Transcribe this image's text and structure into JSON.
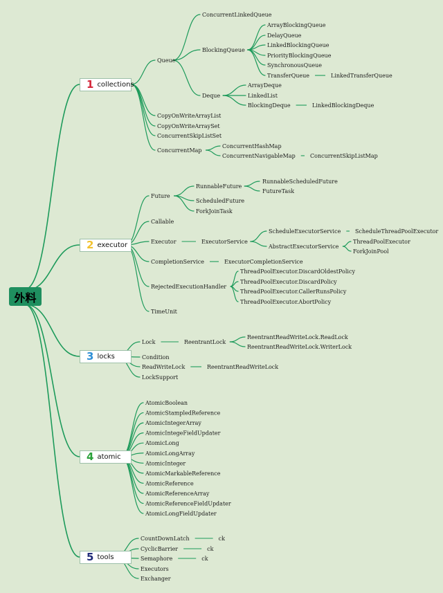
{
  "root": {
    "label": "外料"
  },
  "categories": [
    {
      "num": "1",
      "label": "collections",
      "color": "#d4263a",
      "children": [
        {
          "label": "Queue",
          "children": [
            {
              "label": "ConcurrentLinkedQueue"
            },
            {
              "label": "BlockingQueue",
              "children": [
                {
                  "label": "ArrayBlockingQueue"
                },
                {
                  "label": "DelayQueue"
                },
                {
                  "label": "LinkedBlockingQueue"
                },
                {
                  "label": "PriorityBlockingQueue"
                },
                {
                  "label": "SynchronousQueue"
                },
                {
                  "label": "TransferQueue",
                  "children": [
                    {
                      "label": "LinkedTransferQueue"
                    }
                  ]
                }
              ]
            },
            {
              "label": "Deque",
              "children": [
                {
                  "label": "ArrayDeque"
                },
                {
                  "label": "LinkedList"
                },
                {
                  "label": "BlockingDeque",
                  "children": [
                    {
                      "label": "LinkedBlockingDeque"
                    }
                  ]
                }
              ]
            }
          ]
        },
        {
          "label": "CopyOnWriteArrayList"
        },
        {
          "label": "CopyOnWriteArraySet"
        },
        {
          "label": "ConcurrentSkipListSet"
        },
        {
          "label": "ConcurrentMap",
          "children": [
            {
              "label": "ConcurrentHashMap"
            },
            {
              "label": "ConcurrentNavigableMap",
              "children": [
                {
                  "label": "ConcurrentSkipListMap"
                }
              ]
            }
          ]
        }
      ]
    },
    {
      "num": "2",
      "label": "executor",
      "color": "#f2c230",
      "children": [
        {
          "label": "Future",
          "children": [
            {
              "label": "RunnableFuture",
              "children": [
                {
                  "label": "RunnableScheduledFuture"
                },
                {
                  "label": "FutureTask"
                }
              ]
            },
            {
              "label": "ScheduledFuture"
            },
            {
              "label": "ForkJoinTask"
            }
          ]
        },
        {
          "label": "Callable"
        },
        {
          "label": "Executor",
          "children": [
            {
              "label": "ExecutorService",
              "children": [
                {
                  "label": "ScheduleExecutorService",
                  "children": [
                    {
                      "label": "ScheduleThreadPoolExecutor"
                    }
                  ]
                },
                {
                  "label": "AbstractExecutorService",
                  "children": [
                    {
                      "label": "ThreadPoolExecutor"
                    },
                    {
                      "label": "ForkJoinPool"
                    }
                  ]
                }
              ]
            }
          ]
        },
        {
          "label": "CompletionService",
          "children": [
            {
              "label": "ExecutorCompletionService"
            }
          ]
        },
        {
          "label": "RejectedExecutionHandler",
          "children": [
            {
              "label": "ThreadPoolExecutor.DiscardOldestPolicy"
            },
            {
              "label": "ThreadPoolExecutor.DiscardPolicy"
            },
            {
              "label": "ThreadPoolExecutor.CallerRunsPolicy"
            },
            {
              "label": "ThreadPoolExecutor.AbortPolicy"
            }
          ]
        },
        {
          "label": "TimeUnit"
        }
      ]
    },
    {
      "num": "3",
      "label": "locks",
      "color": "#2e8fd6",
      "children": [
        {
          "label": "Lock",
          "children": [
            {
              "label": "ReentrantLock",
              "children": [
                {
                  "label": "ReentrantReadWriteLock.ReadLock"
                },
                {
                  "label": "ReentrantReadWriteLock.WriterLock"
                }
              ]
            }
          ]
        },
        {
          "label": "Condition"
        },
        {
          "label": "ReadWriteLock",
          "children": [
            {
              "label": "ReentrantReadWriteLock"
            }
          ]
        },
        {
          "label": "LockSupport"
        }
      ]
    },
    {
      "num": "4",
      "label": "atomic",
      "color": "#2aa13a",
      "children": [
        {
          "label": "AtomicBoolean"
        },
        {
          "label": "AtomicStampledReference"
        },
        {
          "label": "AtomicIntegerArray"
        },
        {
          "label": "AtomicIntegeFieldUpdater"
        },
        {
          "label": "AtomicLong"
        },
        {
          "label": "AtomicLongArray"
        },
        {
          "label": "AtomicInteger"
        },
        {
          "label": "AtomicMarkableReference"
        },
        {
          "label": "AtomicReference"
        },
        {
          "label": "AtomicReferenceArray"
        },
        {
          "label": "AtomicReferenceFieldUpdater"
        },
        {
          "label": "AtomicLongFieldUpdater"
        }
      ]
    },
    {
      "num": "5",
      "label": "tools",
      "color": "#1f2a78",
      "children": [
        {
          "label": "CountDownLatch",
          "children": [
            {
              "label": "ck"
            }
          ]
        },
        {
          "label": "CyclicBarrier",
          "children": [
            {
              "label": "ck"
            }
          ]
        },
        {
          "label": "Semaphore",
          "children": [
            {
              "label": "ck"
            }
          ]
        },
        {
          "label": "Executors"
        },
        {
          "label": "Exchanger"
        }
      ]
    }
  ],
  "colors": {
    "background": "#dde9d3",
    "line": "#1c9a5a",
    "root_fill": "#1f8f5f"
  }
}
